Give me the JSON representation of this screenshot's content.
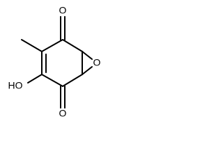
{
  "molecule": {
    "atoms": {
      "o_top": "O",
      "o_bottom": "O",
      "o_epoxide": "O",
      "hydroxyl": "HO"
    },
    "colors": {
      "bond": "#000000",
      "label": "#000000",
      "background": "#ffffff"
    }
  }
}
